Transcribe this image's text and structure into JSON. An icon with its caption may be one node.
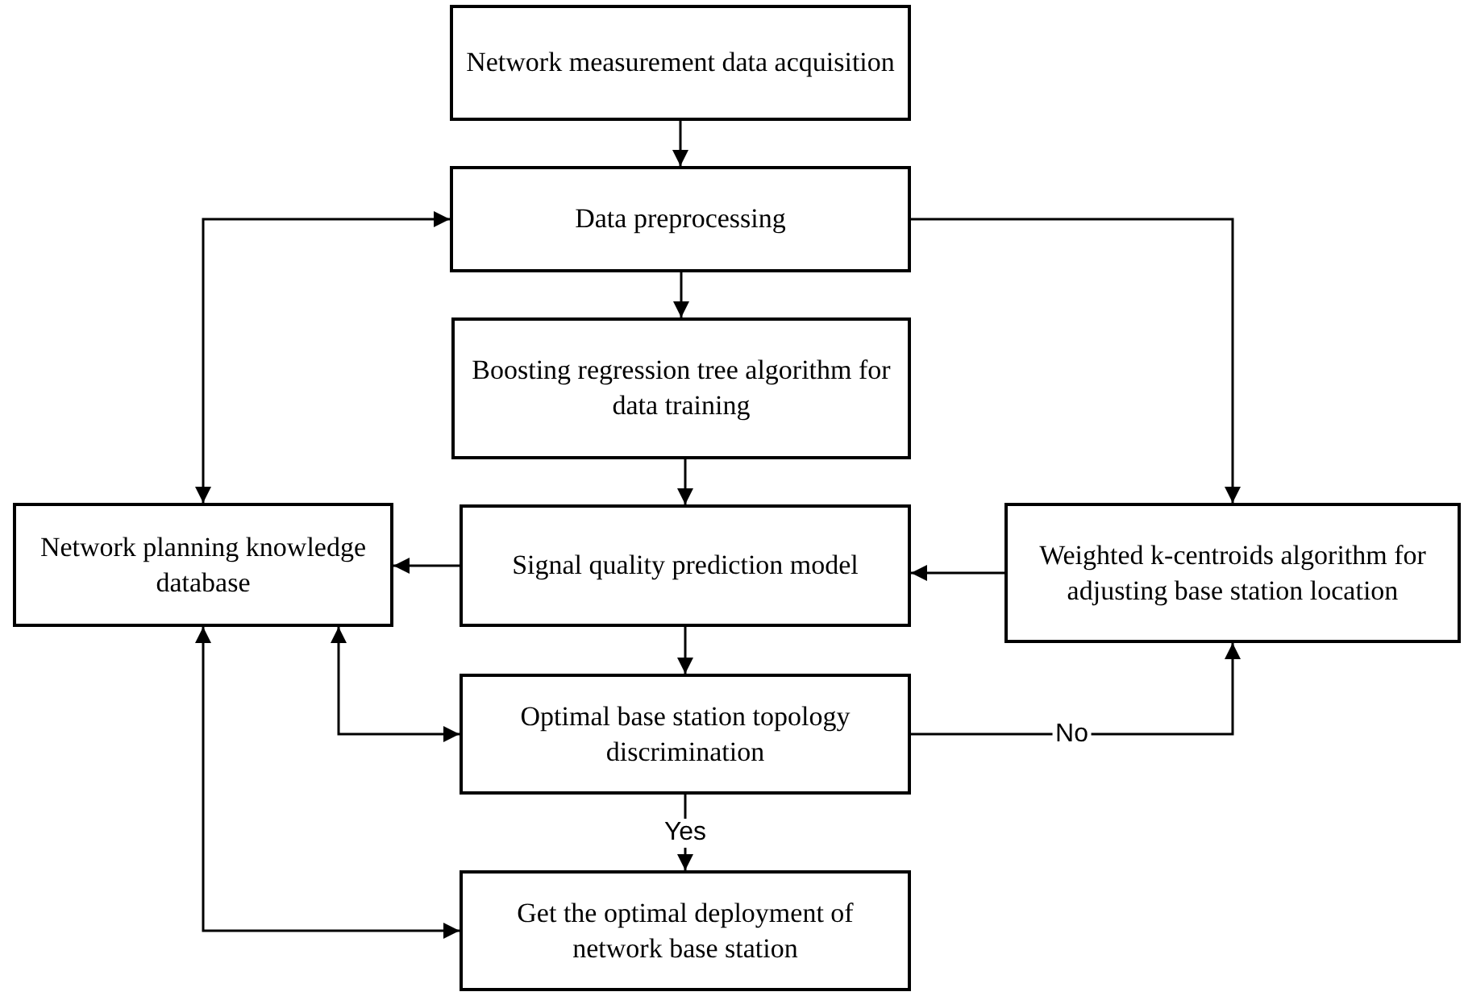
{
  "diagram": {
    "nodes": [
      {
        "text": [
          "Network measurement data acquisition"
        ]
      },
      {
        "text": [
          "Data preprocessing"
        ]
      },
      {
        "text": [
          "Boosting regression tree algorithm for data training"
        ]
      },
      {
        "text": [
          "Signal quality prediction model"
        ]
      },
      {
        "text": [
          "Network planning knowledge database"
        ]
      },
      {
        "text": [
          "Weighted k-centroids algorithm for adjusting base station location"
        ]
      },
      {
        "text": [
          "Optimal base station topology discrimination"
        ]
      },
      {
        "text": [
          "Get the optimal deployment of network base station"
        ]
      }
    ],
    "edges": [
      {
        "from": 0,
        "to": 1,
        "arrow": "to"
      },
      {
        "from": 1,
        "to": 2,
        "arrow": "to"
      },
      {
        "from": 2,
        "to": 3,
        "arrow": "to"
      },
      {
        "from": 3,
        "to": 6,
        "arrow": "to"
      },
      {
        "from": 6,
        "to": 7,
        "arrow": "to",
        "label": "Yes"
      },
      {
        "from": 6,
        "to": 5,
        "arrow": "to",
        "label": "No"
      },
      {
        "from": 1,
        "to": 5,
        "arrow": "to"
      },
      {
        "from": 5,
        "to": 3,
        "arrow": "to"
      },
      {
        "from": 3,
        "to": 4,
        "arrow": "to"
      },
      {
        "from": 1,
        "to": 4,
        "arrow": "both"
      },
      {
        "from": 6,
        "to": 4,
        "arrow": "both"
      },
      {
        "from": 7,
        "to": 4,
        "arrow": "both"
      }
    ]
  }
}
